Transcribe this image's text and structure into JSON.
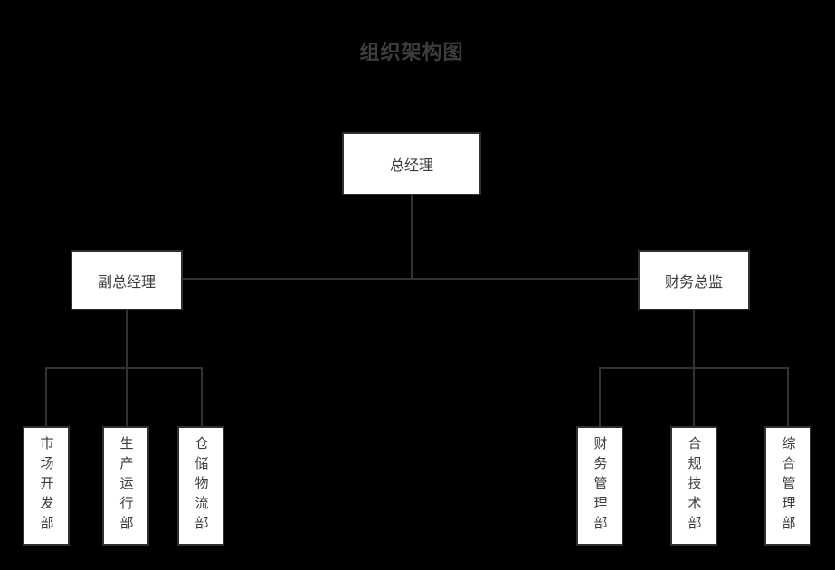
{
  "org": {
    "title": "组织架构图",
    "root": {
      "label": "总经理",
      "children": [
        {
          "label": "副总经理",
          "children": [
            {
              "label": "市场开发部"
            },
            {
              "label": "生产运行部"
            },
            {
              "label": "仓储物流部"
            }
          ]
        },
        {
          "label": "财务总监",
          "children": [
            {
              "label": "财务管理部"
            },
            {
              "label": "合规技术部"
            },
            {
              "label": "综合管理部"
            }
          ]
        }
      ]
    }
  },
  "colors": {
    "background": "#000000",
    "box_fill": "#ffffff",
    "box_border": "#2a303a",
    "connector_line": "#333333",
    "text": "#3d3d3d"
  }
}
